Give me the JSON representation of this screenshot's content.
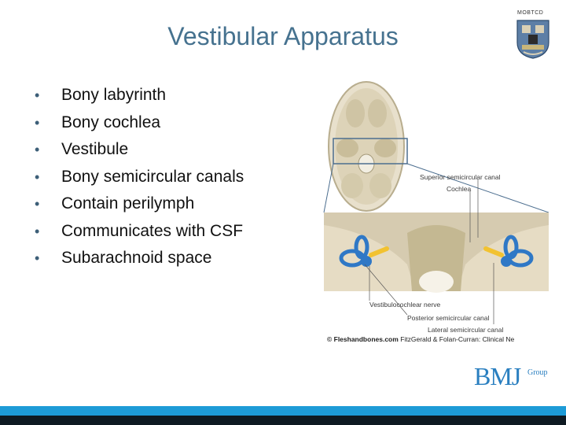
{
  "header": {
    "institution_tag": "MOBTCD"
  },
  "slide": {
    "title": "Vestibular Apparatus",
    "bullets": [
      "Bony labyrinth",
      "Bony cochlea",
      "Vestibule",
      "Bony semicircular canals",
      "Contain perilymph",
      "Communicates with CSF",
      "Subarachnoid space"
    ]
  },
  "figure": {
    "labels": {
      "superior": "Superior semicircular canal",
      "cochlea": "Cochlea",
      "vestibulocochlear": "Vestibulocochlear nerve",
      "posterior": "Posterior semicircular canal",
      "lateral": "Lateral semicircular canal"
    },
    "copyright_brand": "© Fleshandbones.com",
    "copyright_credit": "FitzGerald & Folan-Curran: Clinical Ne"
  },
  "footer": {
    "logo_main": "BMJ",
    "logo_sub": "Group"
  },
  "colors": {
    "title": "#46728f",
    "accent_blue": "#1d9bd7",
    "bmj_blue": "#2a7fc0"
  }
}
